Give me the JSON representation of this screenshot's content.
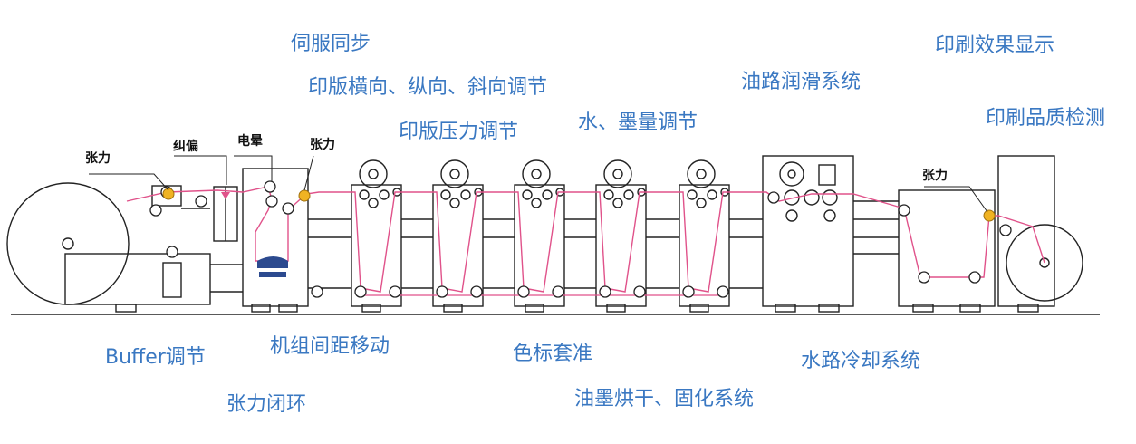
{
  "callouts": {
    "servo_sync": "伺服同步",
    "plate_adjust": "印版横向、纵向、斜向调节",
    "plate_pressure": "印版压力调节",
    "water_ink": "水、墨量调节",
    "oil_lube": "油路润滑系统",
    "print_display": "印刷效果显示",
    "quality_detect": "印刷品质检测",
    "buffer": "Buffer调节",
    "unit_spacing": "机组间距移动",
    "tension_loop": "张力闭环",
    "color_register": "色标套准",
    "water_cooling": "水路冷却系统",
    "ink_drying": "油墨烘干、固化系统"
  },
  "tags": {
    "tension_1": "张力",
    "guide": "纠偏",
    "corona": "电晕",
    "tension_2": "张力",
    "tension_3": "张力"
  },
  "colors": {
    "callout": "#3a78c2",
    "line": "#222222",
    "web": "#e0528a",
    "sensor": "#f0b323",
    "corona_base": "#2c4a8f"
  }
}
